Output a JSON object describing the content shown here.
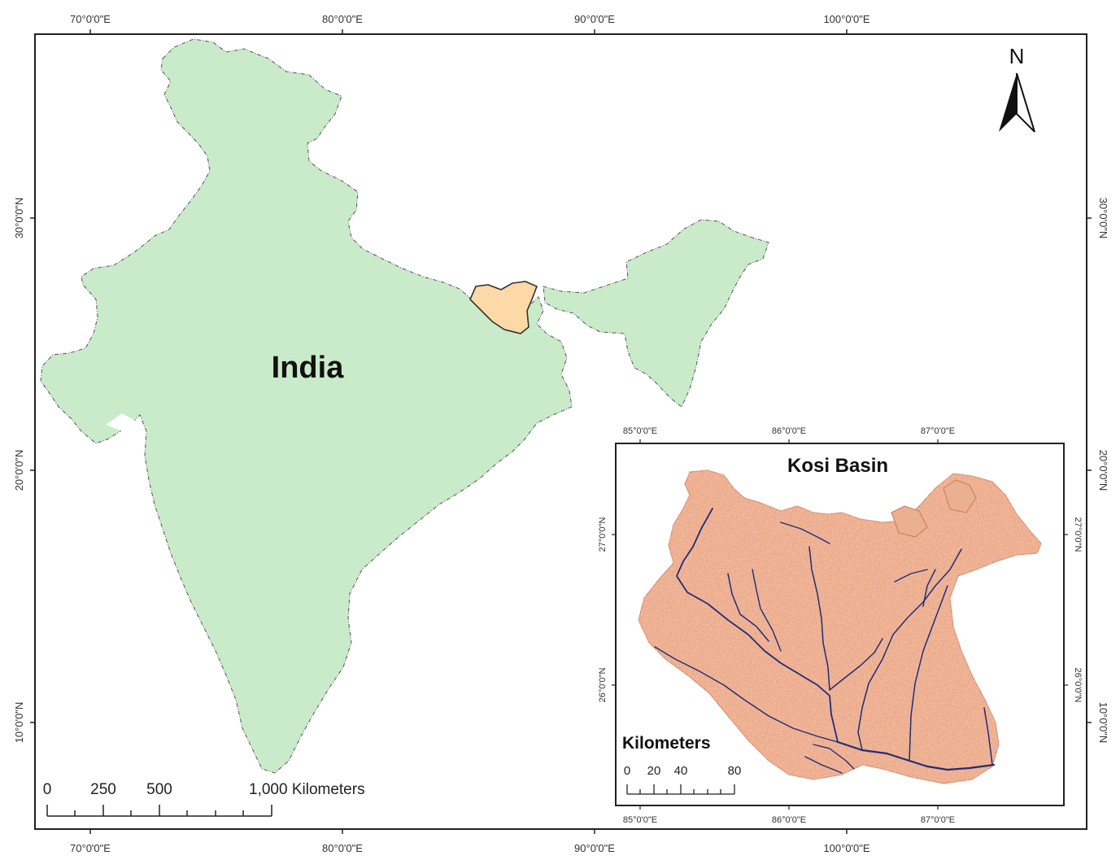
{
  "main_map": {
    "top_lon_labels": [
      "70°0'0\"E",
      "80°0'0\"E",
      "90°0'0\"E",
      "100°0'0\"E"
    ],
    "bottom_lon_labels": [
      "70°0'0\"E",
      "80°0'0\"E",
      "90°0'0\"E",
      "100°0'0\"E"
    ],
    "left_lat_labels": [
      "30°0'0\"N",
      "20°0'0\"N",
      "10°0'0\"N"
    ],
    "right_lat_labels": [
      "30°0'0\"N",
      "20°0'0\"N",
      "10°0'0\"N"
    ],
    "country_label": "India",
    "north_arrow_label": "N",
    "colors": {
      "country_fill": "#c9ebc9",
      "basin_fill": "#fcd9a6",
      "frame": "#222222"
    }
  },
  "scale_bar": {
    "labels": [
      "0",
      "250",
      "500",
      "1,000 Kilometers"
    ]
  },
  "inset_map": {
    "title": "Kosi Basin",
    "top_lon_labels": [
      "85°0'0\"E",
      "86°0'0\"E",
      "87°0'0\"E"
    ],
    "bottom_lon_labels": [
      "85°0'0\"E",
      "86°0'0\"E",
      "87°0'0\"E"
    ],
    "left_lat_labels": [
      "27°0'0\"N",
      "26°0'0\"N"
    ],
    "right_lat_labels": [
      "27°0'0\"N",
      "26°0'0\"N"
    ],
    "scale_title": "Kilometers",
    "scale_labels": [
      "0",
      "20",
      "40",
      "80"
    ],
    "colors": {
      "terrain": "#e8a07e",
      "river": "#1f2d78"
    }
  }
}
